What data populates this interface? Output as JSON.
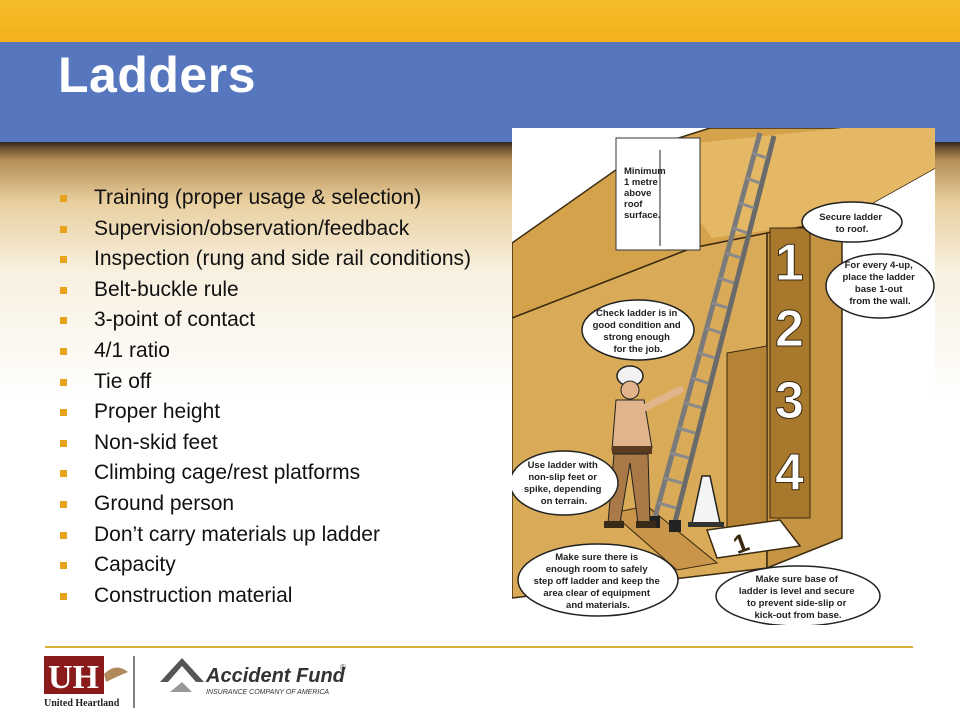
{
  "slide": {
    "title": "Ladders",
    "bullets": [
      "Training (proper usage & selection)",
      "Supervision/observation/feedback",
      "Inspection (rung and side rail conditions)",
      "Belt-buckle rule",
      "3-point of contact",
      "4/1 ratio",
      "Tie off",
      "Proper height",
      "Non-skid feet",
      "Climbing cage/rest platforms",
      "Ground person",
      "Don’t carry materials up ladder",
      "Capacity",
      "Construction material"
    ]
  },
  "illustration": {
    "labels": {
      "minimum": [
        "Minimum",
        "1 metre",
        "above",
        "roof",
        "surface."
      ],
      "secure": [
        "Secure ladder",
        "to roof."
      ],
      "ratio": [
        "For every 4-up,",
        "place the ladder",
        "base 1-out",
        "from the wall."
      ],
      "check": [
        "Check ladder is in",
        "good condition and",
        "strong enough",
        "for the job."
      ],
      "feet": [
        "Use ladder with",
        "non-slip feet or",
        "spike, depending",
        "on terrain."
      ],
      "room": [
        "Make sure there is",
        "enough room to safely",
        "step off ladder and keep the",
        "area clear of equipment",
        "and materials."
      ],
      "base": [
        "Make sure base of",
        "ladder is level and secure",
        "to prevent side-slip or",
        "kick-out from base."
      ]
    },
    "height_numbers": [
      "1",
      "2",
      "3",
      "4"
    ],
    "base_number": "1"
  },
  "footer": {
    "uh_name": "United Heartland",
    "af_name": "Accident Fund",
    "af_registered": "®",
    "af_tagline": "INSURANCE COMPANY OF AMERICA"
  },
  "colors": {
    "top_bar": "#f3b11d",
    "title_bar": "#5677be",
    "bullet": "#e8a21c",
    "footer_line": "#d8b032",
    "uh_maroon": "#8b1a1a"
  }
}
